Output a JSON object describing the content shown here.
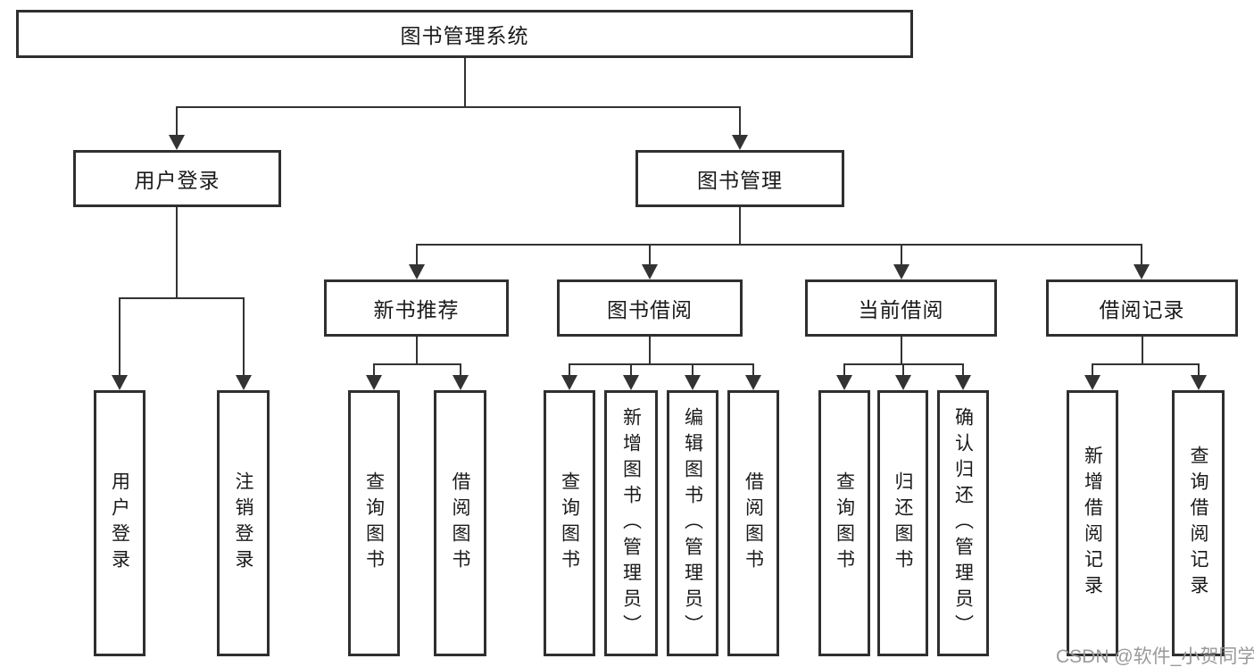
{
  "diagram": {
    "title": "图书管理系统",
    "nodes": {
      "root": "图书管理系统",
      "user_login": "用户登录",
      "book_mgmt": "图书管理",
      "new_books": "新书推荐",
      "book_borrow": "图书借阅",
      "current_borrow": "当前借阅",
      "borrow_records": "借阅记录",
      "leaves": {
        "user_login": [
          "用户登录",
          "注销登录"
        ],
        "new_books": [
          "查询图书",
          "借阅图书"
        ],
        "book_borrow": [
          "查询图书",
          "新增图书（管理员）",
          "编辑图书（管理员）",
          "借阅图书"
        ],
        "current_borrow": [
          "查询图书",
          "归还图书",
          "确认归还（管理员）"
        ],
        "borrow_records": [
          "新增借阅记录",
          "查询借阅记录"
        ]
      }
    },
    "colors": {
      "line": "#333333",
      "box_border": "#2f2f2f",
      "text": "#1a1a1a",
      "watermark": "#9a9a9a",
      "background": "#ffffff"
    },
    "watermark": "CSDN @软件_小贺同学"
  }
}
